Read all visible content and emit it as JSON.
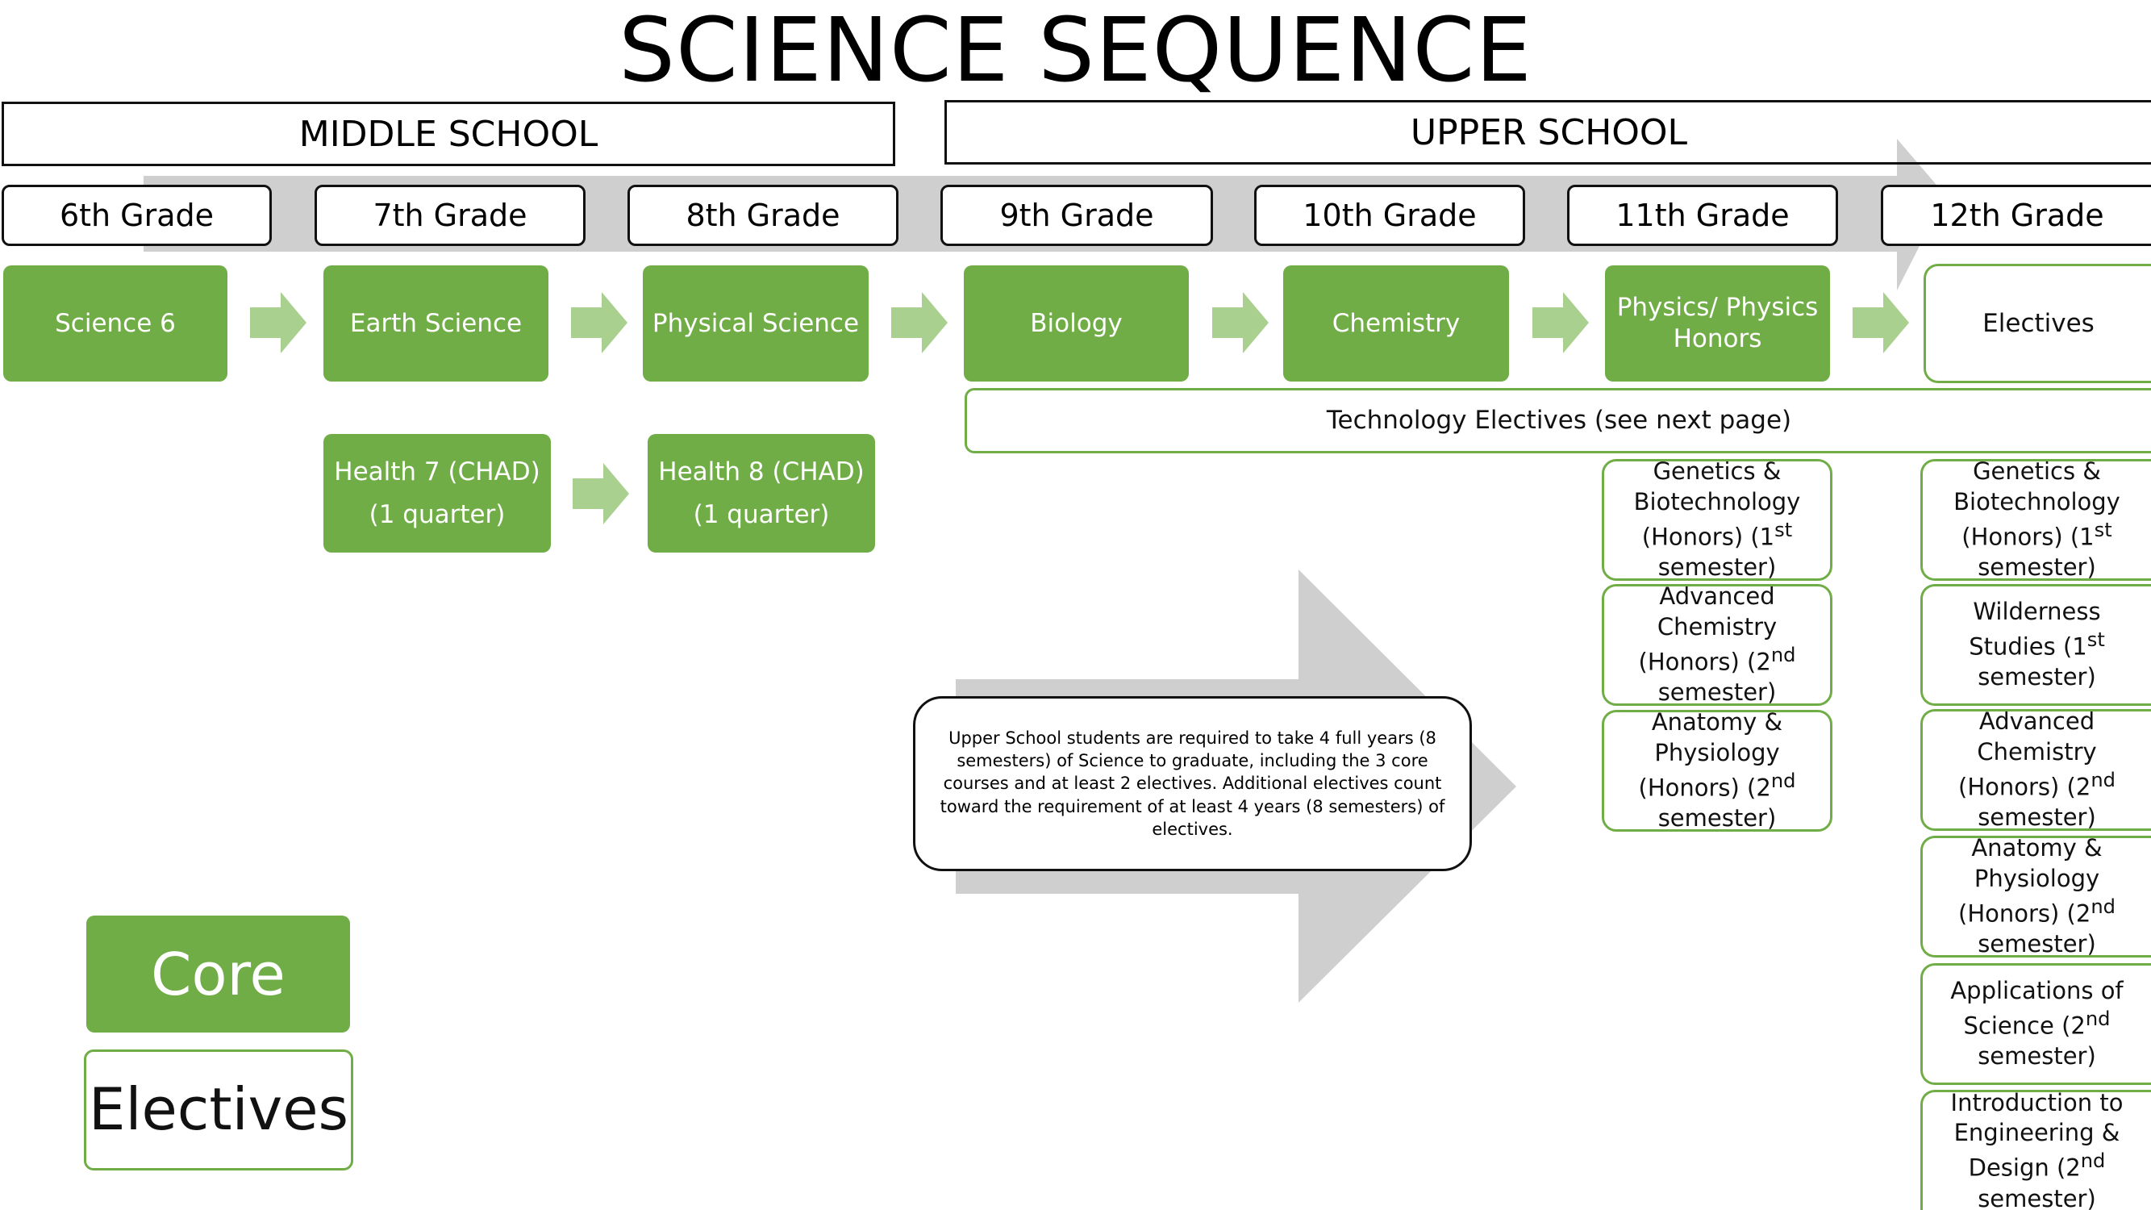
{
  "title": "SCIENCE SEQUENCE",
  "schools": {
    "middle": "MIDDLE SCHOOL",
    "upper": "UPPER SCHOOL"
  },
  "grades": [
    "6th Grade",
    "7th Grade",
    "8th Grade",
    "9th Grade",
    "10th Grade",
    "11th Grade",
    "12th Grade"
  ],
  "core_courses": [
    "Science 6",
    "Earth Science",
    "Physical Science",
    "Biology",
    "Chemistry",
    "Physics/ Physics Honors"
  ],
  "grade12_box": "Electives",
  "technology_electives": "Technology Electives (see next page)",
  "health": [
    {
      "line1": "Health 7 (CHAD)",
      "line2": "(1 quarter)"
    },
    {
      "line1": "Health 8 (CHAD)",
      "line2": "(1 quarter)"
    }
  ],
  "electives_11": [
    {
      "text": "Genetics & Biotechnology (Honors) (1",
      "sup": "st",
      "tail": " semester)"
    },
    {
      "text": "Advanced Chemistry (Honors) (2",
      "sup": "nd",
      "tail": " semester)"
    },
    {
      "text": "Anatomy & Physiology (Honors) (2",
      "sup": "nd",
      "tail": " semester)"
    }
  ],
  "electives_12": [
    {
      "text": "Genetics & Biotechnology (Honors) (1",
      "sup": "st",
      "tail": " semester)"
    },
    {
      "text": "Wilderness Studies (1",
      "sup": "st",
      "tail": " semester)"
    },
    {
      "text": "Advanced Chemistry (Honors) (2",
      "sup": "nd",
      "tail": " semester)"
    },
    {
      "text": "Anatomy & Physiology (Honors) (2",
      "sup": "nd",
      "tail": " semester)"
    },
    {
      "text": "Applications of Science (2",
      "sup": "nd",
      "tail": " semester)"
    },
    {
      "text": "Introduction to Engineering & Design (2",
      "sup": "nd",
      "tail": " semester)"
    }
  ],
  "note": "Upper School students are required to take 4 full years (8 semesters) of Science to graduate, including the 3 core courses and at least 2 electives. Additional electives count toward the requirement of at least 4 years (8 semesters) of electives.",
  "legend": {
    "core": "Core",
    "electives": "Electives"
  },
  "colors": {
    "core_green": "#70ad47",
    "arrow_light": "#a9d08e",
    "timeline_gray": "#cfcfcf"
  }
}
